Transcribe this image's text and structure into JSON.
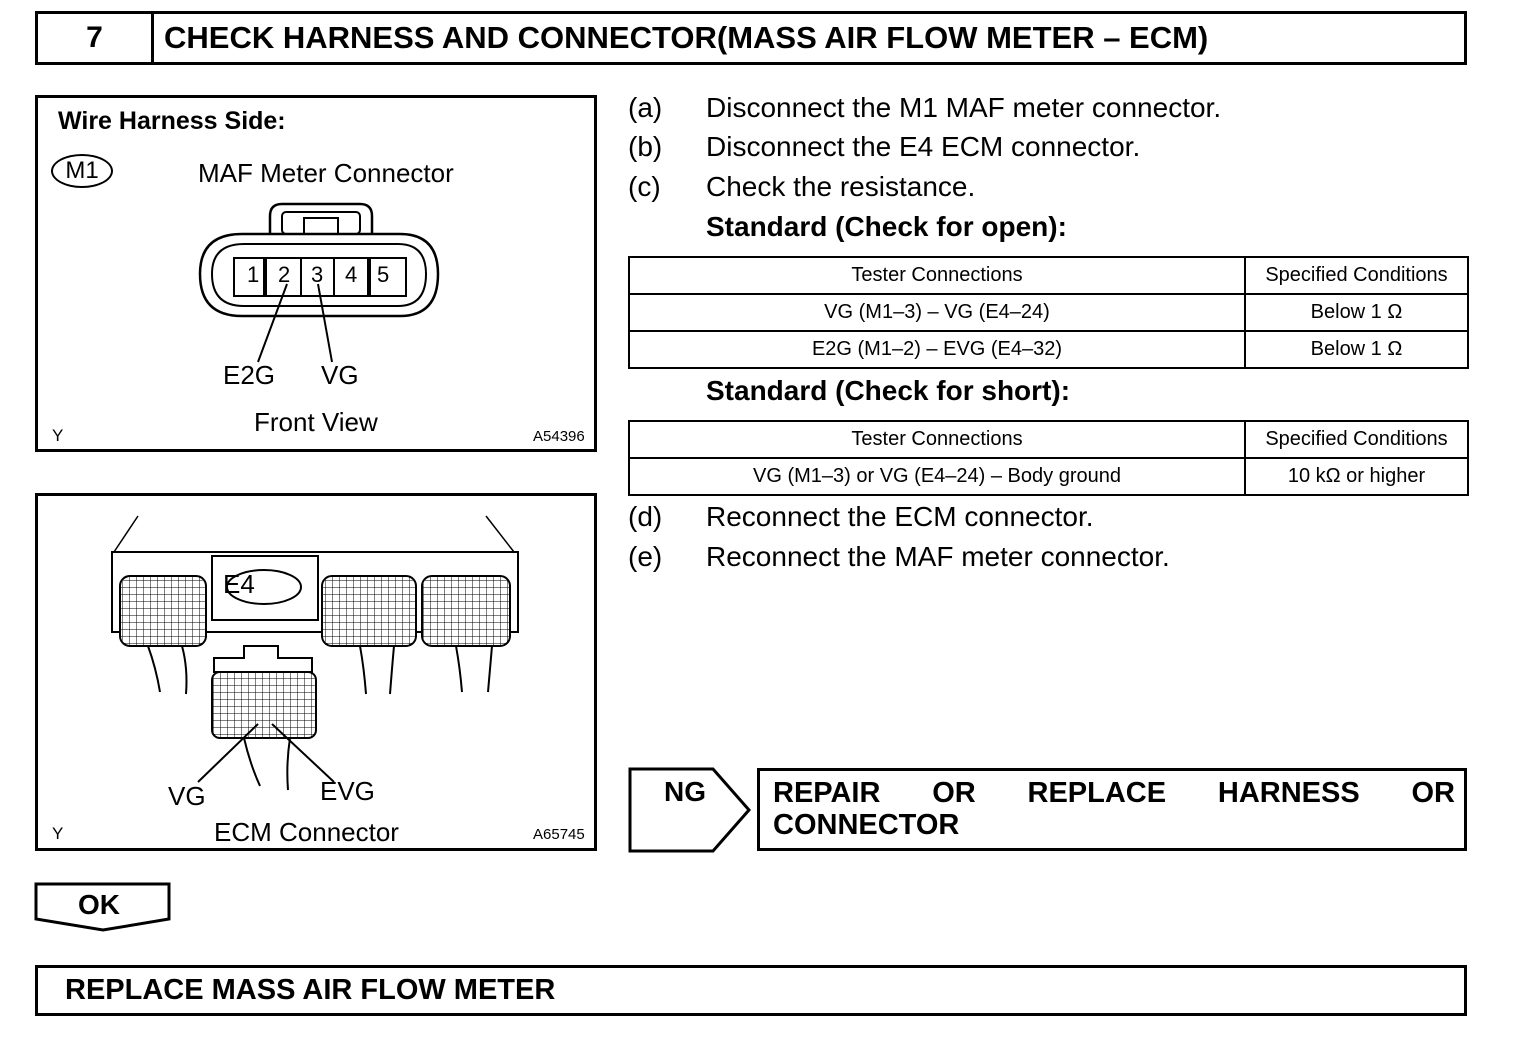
{
  "header": {
    "step_number": "7",
    "title": "CHECK HARNESS AND CONNECTOR(MASS AIR FLOW METER – ECM)"
  },
  "figure_maf": {
    "side_label": "Wire Harness Side:",
    "connector_code": "M1",
    "connector_name": "MAF Meter Connector",
    "pins": [
      "1",
      "2",
      "3",
      "4",
      "5"
    ],
    "pin_label_e2g": "E2G",
    "pin_label_vg": "VG",
    "view_label": "Front View",
    "corner_mark": "Y",
    "figure_id": "A54396"
  },
  "figure_ecm": {
    "connector_code": "E4",
    "pin_label_vg": "VG",
    "pin_label_evg": "EVG",
    "connector_name": "ECM Connector",
    "corner_mark": "Y",
    "figure_id": "A65745"
  },
  "steps": [
    {
      "label": "(a)",
      "text": "Disconnect the M1 MAF meter connector."
    },
    {
      "label": "(b)",
      "text": "Disconnect the E4 ECM connector."
    },
    {
      "label": "(c)",
      "text": "Check the resistance."
    },
    {
      "label": "(d)",
      "text": "Reconnect the ECM connector."
    },
    {
      "label": "(e)",
      "text": "Reconnect the MAF meter connector."
    }
  ],
  "standard_open": {
    "title": "Standard (Check for open):",
    "headers": [
      "Tester Connections",
      "Specified Conditions"
    ],
    "rows": [
      [
        "VG (M1–3) – VG (E4–24)",
        "Below 1 Ω"
      ],
      [
        "E2G (M1–2) – EVG (E4–32)",
        "Below 1 Ω"
      ]
    ]
  },
  "standard_short": {
    "title": "Standard (Check for short):",
    "headers": [
      "Tester Connections",
      "Specified Conditions"
    ],
    "rows": [
      [
        "VG (M1–3) or VG (E4–24) – Body ground",
        "10 kΩ or higher"
      ]
    ]
  },
  "ng": {
    "label": "NG",
    "result": "REPAIR OR REPLACE HARNESS OR CONNECTOR"
  },
  "ok": {
    "label": "OK",
    "result": "REPLACE MASS AIR FLOW METER"
  }
}
